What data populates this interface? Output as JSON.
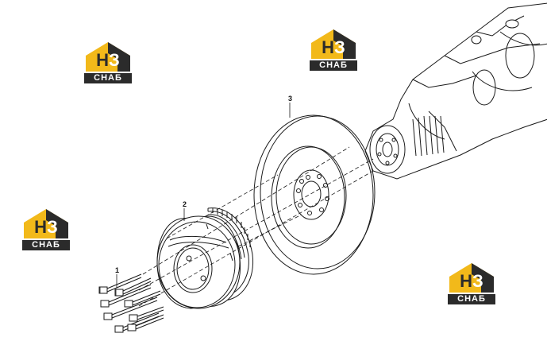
{
  "logo": {
    "letter1": "Н",
    "letter2": "З",
    "caption": "СНАБ"
  },
  "callouts": [
    "1",
    "2",
    "3"
  ],
  "colors": {
    "logo_yellow": "#f2b91a",
    "logo_dark": "#2b2b2b",
    "line": "#1a1a1a"
  }
}
